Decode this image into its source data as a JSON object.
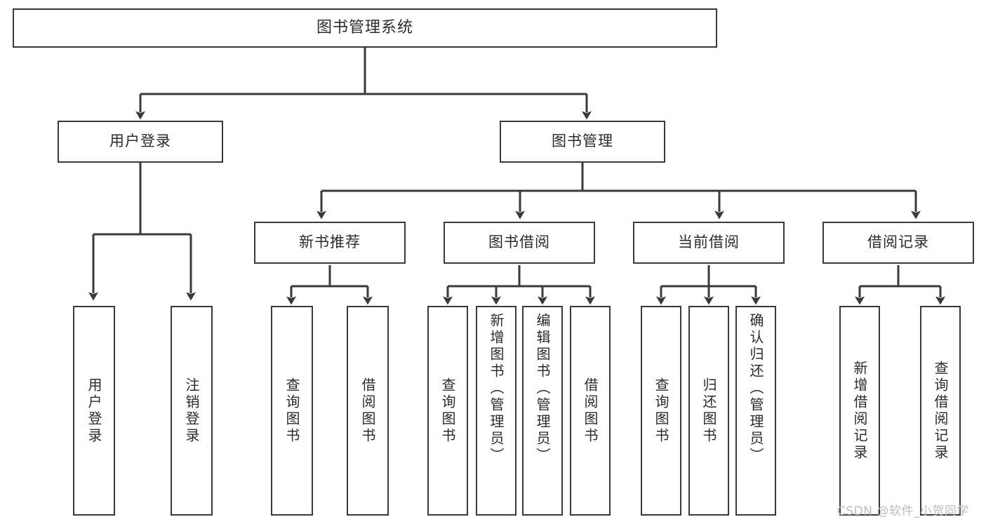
{
  "diagram": {
    "title": "图书管理系统",
    "type": "hierarchy-tree",
    "root": {
      "label": "图书管理系统"
    },
    "level2": [
      {
        "label": "用户登录"
      },
      {
        "label": "图书管理"
      }
    ],
    "level3": [
      {
        "label": "新书推荐"
      },
      {
        "label": "图书借阅"
      },
      {
        "label": "当前借阅"
      },
      {
        "label": "借阅记录"
      }
    ],
    "leaves": {
      "user_login": [
        {
          "label": "用户登录"
        },
        {
          "label": "注销登录"
        }
      ],
      "new_book_recommend": [
        {
          "label": "查询图书"
        },
        {
          "label": "借阅图书"
        }
      ],
      "book_borrow": [
        {
          "label": "查询图书"
        },
        {
          "label": "新增图书（管理员）"
        },
        {
          "label": "编辑图书（管理员）"
        },
        {
          "label": "借阅图书"
        }
      ],
      "current_borrow": [
        {
          "label": "查询图书"
        },
        {
          "label": "归还图书"
        },
        {
          "label": "确认归还（管理员）"
        }
      ],
      "borrow_record": [
        {
          "label": "新增借阅记录"
        },
        {
          "label": "查询借阅记录"
        }
      ]
    }
  },
  "watermark": {
    "text": "CSDN @软件_小贺同学"
  },
  "colors": {
    "stroke": "#3a3a3a",
    "fill": "#ffffff",
    "text": "#2b2b2b",
    "watermark": "#bdbdbd"
  }
}
